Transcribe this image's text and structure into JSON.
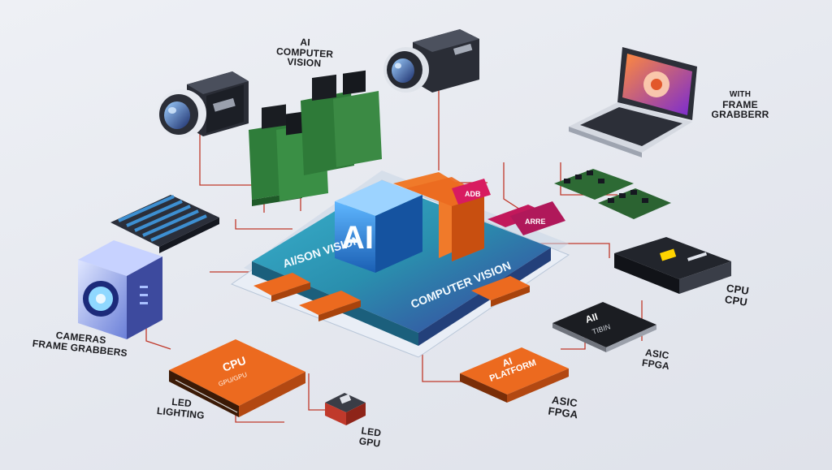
{
  "labels": {
    "top_stack": [
      "AI",
      "COMPUTER",
      "VISION"
    ],
    "frame_grabber": [
      "WITH",
      "FRAME",
      "GRABBERR"
    ],
    "cameras": [
      "CAMERAS",
      "FRAME GRABBERS"
    ],
    "led_lighting": [
      "LED",
      "LIGHTING"
    ],
    "led_gpu": [
      "LED",
      "GPU"
    ],
    "cpu_right": [
      "CPU",
      "CPU"
    ],
    "asic_right": [
      "ASIC",
      "FPGA"
    ],
    "asic_bottom": [
      "ASIC",
      "FPGA"
    ]
  },
  "platform": {
    "cube_text": "AI",
    "left_text": "AI/SON VISION",
    "right_text": "COMPUTER VISION"
  },
  "chips": {
    "cpu_chip": [
      "CPU",
      "GPU/GPU"
    ],
    "ai_platform": [
      "AI",
      "PLATFORM"
    ],
    "ai_chip": [
      "AII",
      "TIBIN"
    ],
    "tag_a": "ADB",
    "tag_b": "ARRE"
  },
  "colors": {
    "platform": "#2a8fae",
    "platform_dark": "#1d6d8a",
    "orange": "#ec6a1f",
    "magenta": "#c2185b",
    "wire": "#c0392b",
    "cube_blue": "#1f77c9"
  }
}
